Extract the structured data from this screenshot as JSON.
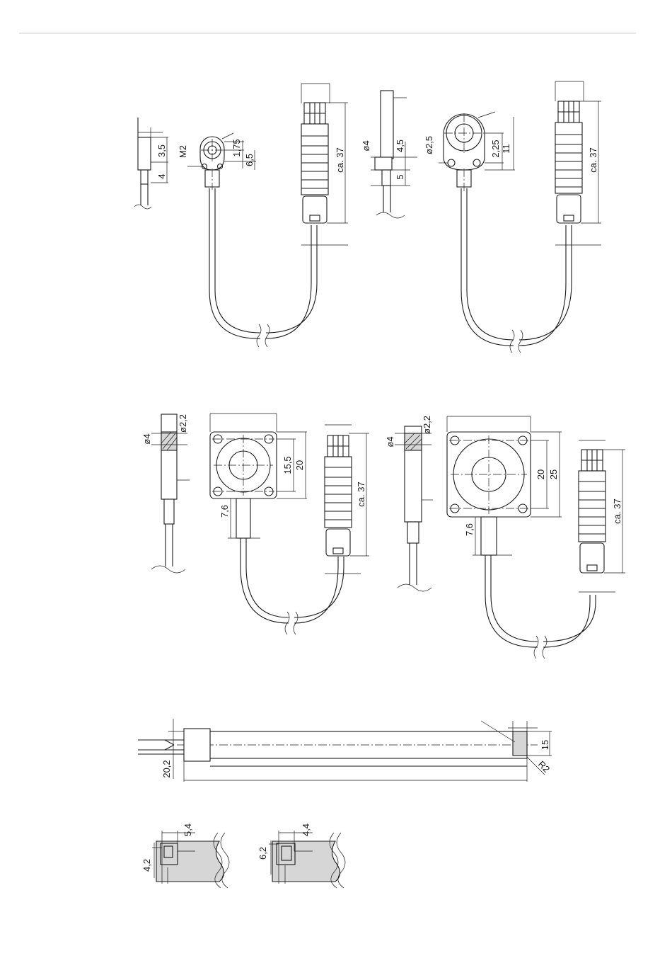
{
  "colors": {
    "line": "#1a1a1a",
    "hatch_fill": "#d6d6d6",
    "background": "#ffffff",
    "rule": "#cccccc"
  },
  "sensor_m2": {
    "thread": "M2",
    "offset": "1,75",
    "height": "6,5",
    "side_top": "3,5",
    "side_bottom": "4",
    "cable_length": "ca. 37"
  },
  "sensor_d4": {
    "diameter": "ø4",
    "top": "4,5",
    "bottom": "5",
    "hole": "ø2,5",
    "offset": "2,25",
    "height": "11",
    "cable_length": "ca. 37"
  },
  "sensor_sq20": {
    "diameter": "ø4",
    "hole": "ø2,2",
    "pitch": "15,5",
    "size": "20",
    "thickness": "7,6",
    "cable_length": "ca. 37"
  },
  "sensor_sq25": {
    "diameter": "ø4",
    "hole": "ø2,2",
    "pitch": "20",
    "size": "25",
    "thickness": "7,6",
    "cable_length": "ca. 37"
  },
  "magnet_bar": {
    "height": "20,2",
    "width": "15",
    "radius": "R2"
  },
  "detail_left": {
    "top": "5,4",
    "side": "4,2"
  },
  "detail_right": {
    "top": "4,4",
    "side": "6,2"
  }
}
